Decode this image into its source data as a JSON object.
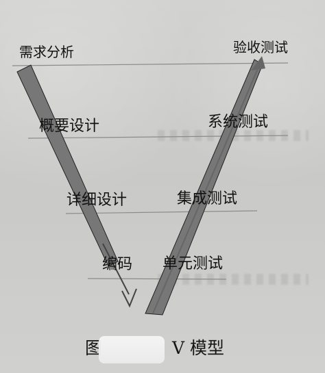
{
  "diagram": {
    "left_labels": [
      {
        "text": "需求分析"
      },
      {
        "text": "概要设计"
      },
      {
        "text": "详细设计"
      },
      {
        "text": "编码"
      }
    ],
    "right_labels": [
      {
        "text": "验收测试"
      },
      {
        "text": "系统测试"
      },
      {
        "text": "集成测试"
      },
      {
        "text": "单元测试"
      }
    ],
    "caption": {
      "prefix": "图",
      "title": "V 模型"
    },
    "colors": {
      "paper": "#cfcfcd",
      "ink": "#111111",
      "lines": "#8b8b8b",
      "band_fill": "#777777",
      "band_edge": "#202020",
      "redaction": "#efefef"
    }
  }
}
